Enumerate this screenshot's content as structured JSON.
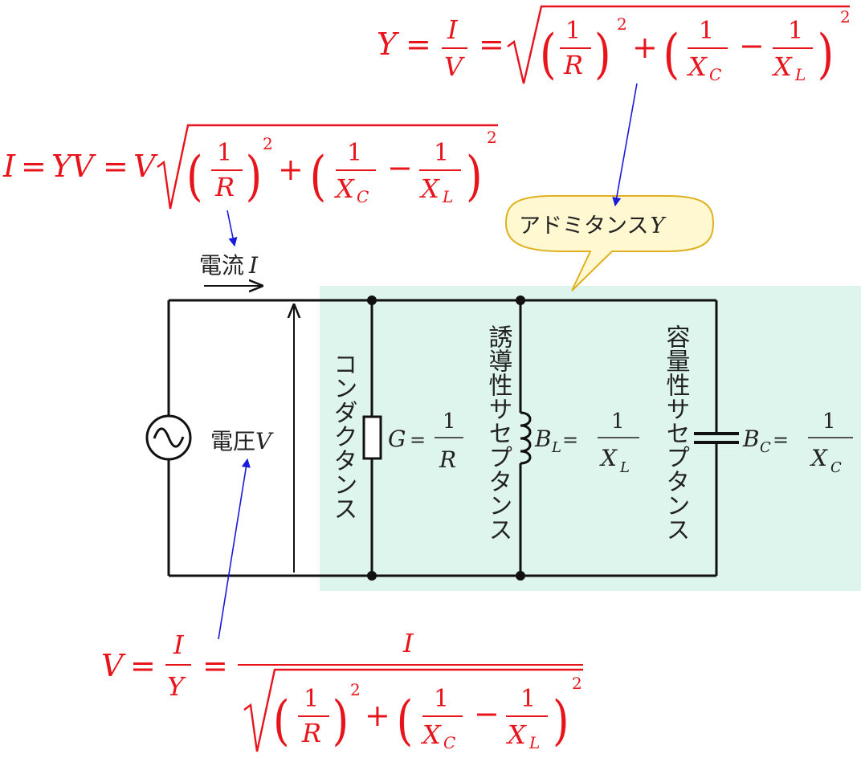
{
  "colors": {
    "formula": "#e8141c",
    "arrow": "#1a1adc",
    "highlight": "#def5ed",
    "bubble_fill": "#fff8d0",
    "bubble_stroke": "#e0b020",
    "wire": "#111111"
  },
  "labels": {
    "current": "電流",
    "current_symbol": "I",
    "voltage": "電圧",
    "voltage_symbol": "V",
    "admittance": "アドミタンス",
    "admittance_symbol": "Y",
    "conductance": "コンダクタンス",
    "inductive_susceptance": "誘導性サセプタンス",
    "capacitive_susceptance": "容量性サセプタンス"
  },
  "component_values": {
    "G": "G",
    "R": "R",
    "BL": "B",
    "BL_sub": "L",
    "XL": "X",
    "XL_sub": "L",
    "BC": "B",
    "BC_sub": "C",
    "XC": "X",
    "XC_sub": "C",
    "one": "1",
    "eq": "="
  },
  "formulas": {
    "Y": "Y = I/V = √((1/R)² + (1/X_C − 1/X_L)²)",
    "I": "I = YV = V√((1/R)² + (1/X_C − 1/X_L)²)",
    "V": "V = I/Y = I / √((1/R)² + (1/X_C − 1/X_L)²)"
  },
  "icons": {
    "ac_source": "ac-source-icon",
    "resistor": "resistor-icon",
    "inductor": "inductor-icon",
    "capacitor": "capacitor-icon"
  }
}
